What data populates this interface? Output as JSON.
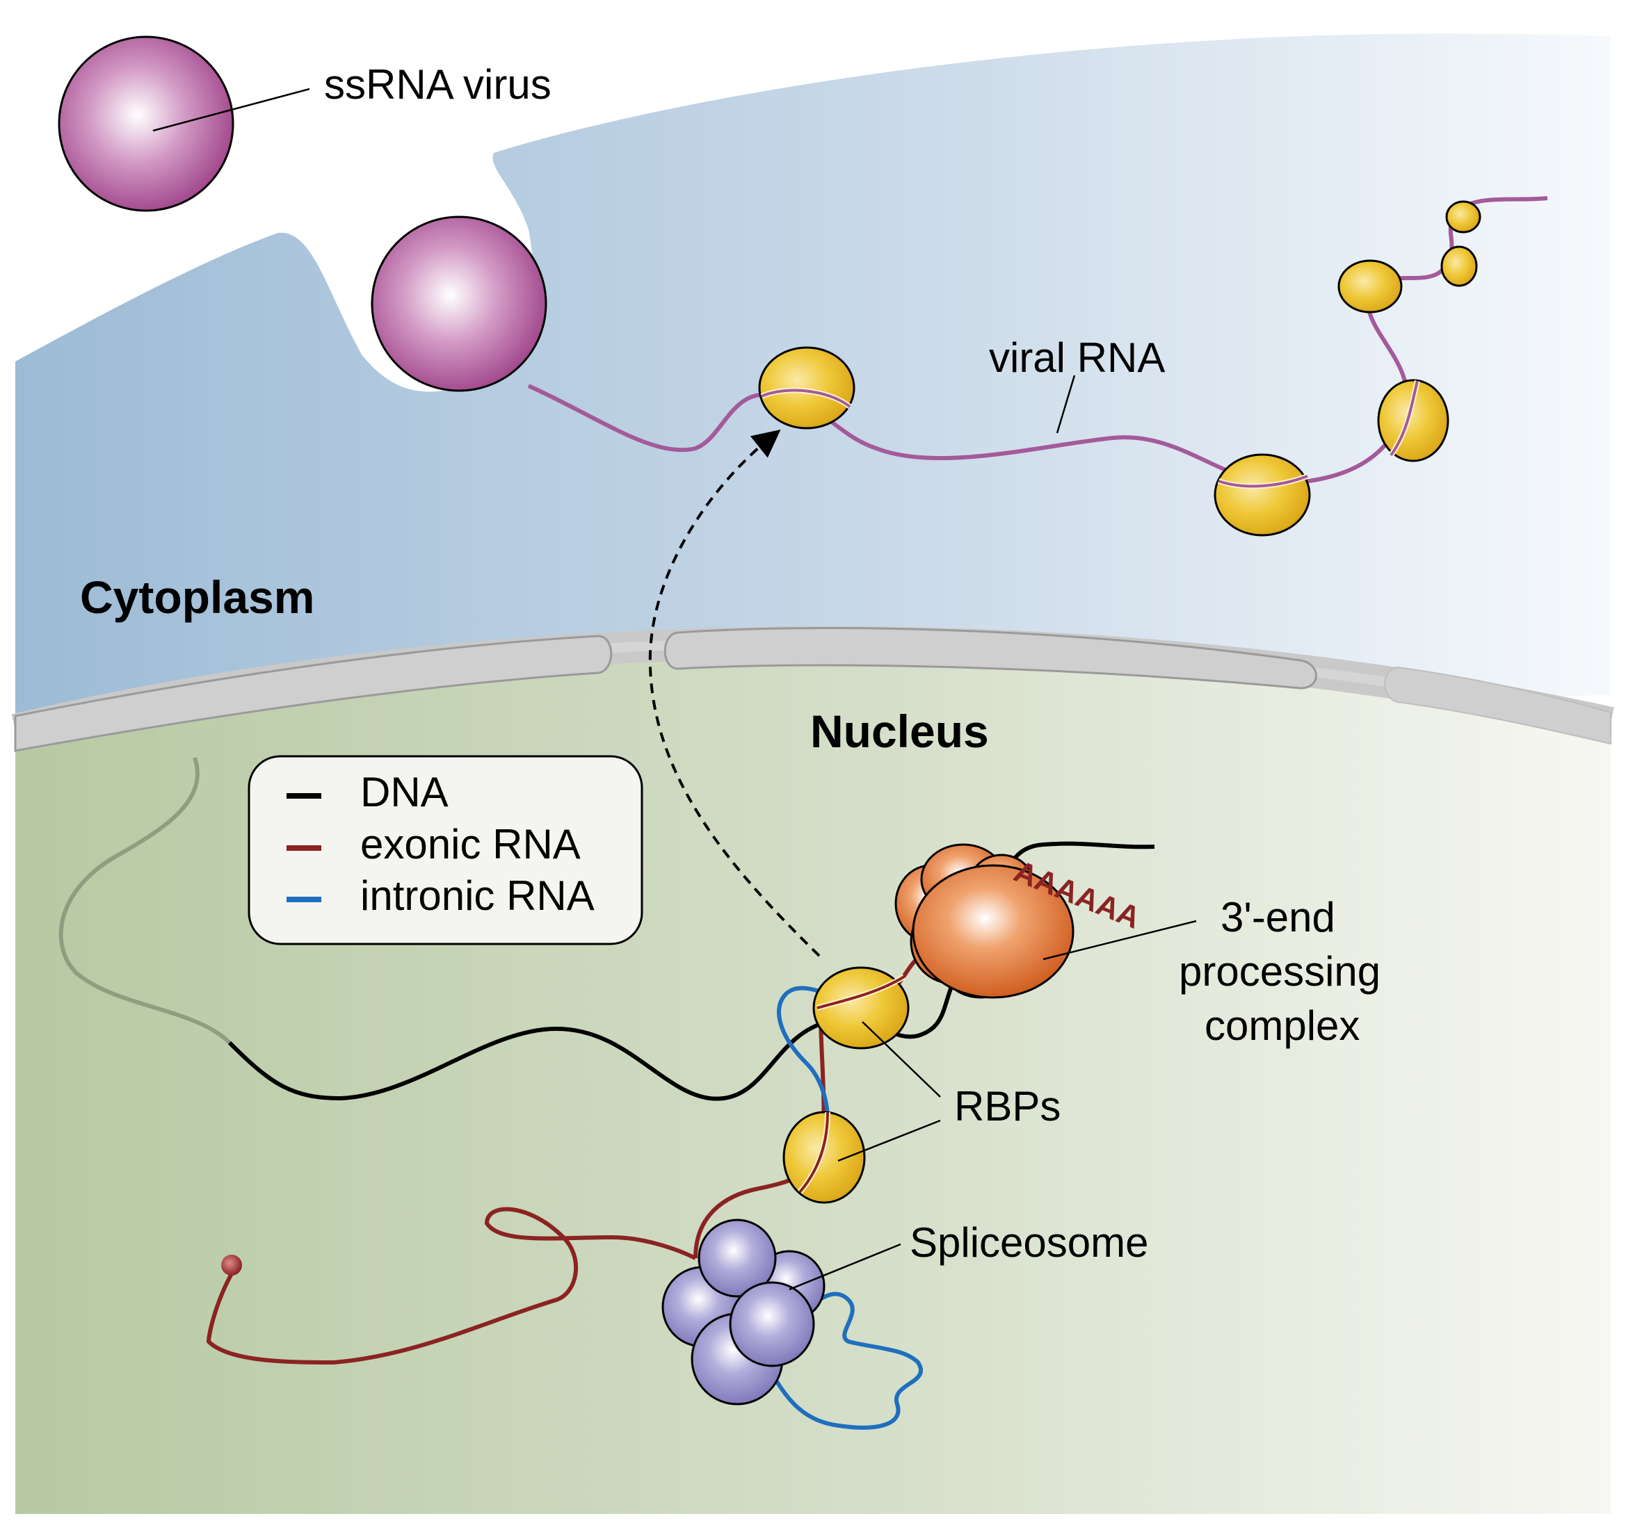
{
  "regions": {
    "cytoplasm": "Cytoplasm",
    "nucleus": "Nucleus"
  },
  "labels": {
    "virus": "ssRNA virus",
    "viral_rna": "viral RNA",
    "processing_line1": "3'-end",
    "processing_line2": "processing",
    "processing_line3": "complex",
    "rbps": "RBPs",
    "spliceosome": "Spliceosome",
    "polya": "AAAAAA"
  },
  "legend": {
    "items": [
      {
        "label": "DNA",
        "color": "#000000"
      },
      {
        "label": "exonic RNA",
        "color": "#8b2323"
      },
      {
        "label": "intronic RNA",
        "color": "#1f6fbf"
      }
    ]
  },
  "colors": {
    "virus": "#9c3f86",
    "viral_rna": "#a45a9a",
    "rbp": "#e6b820",
    "processing_complex": "#d2601e",
    "spliceosome": "#8880c0",
    "nuclear_envelope": "#c9c9c9"
  }
}
